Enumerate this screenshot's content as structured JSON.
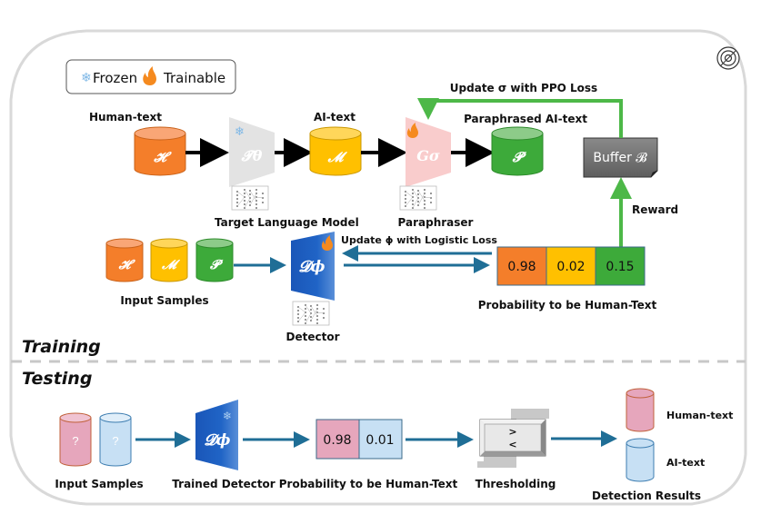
{
  "legend": {
    "frozen_label": "Frozen",
    "trainable_label": "Trainable",
    "frozen_icon": "snowflake-icon",
    "trainable_icon": "flame-icon"
  },
  "sections": {
    "training_label": "Training",
    "testing_label": "Testing"
  },
  "training": {
    "human_text_label": "Human-text",
    "ai_text_label": "AI-text",
    "paraphrased_label": "Paraphrased AI-text",
    "human_symbol": "𝓗",
    "ai_symbol": "𝓜",
    "para_symbol": "𝓟",
    "target_model_symbol": "𝓣θ",
    "target_model_label": "Target  Language Model",
    "paraphraser_symbol": "Gσ",
    "paraphraser_label": "Paraphraser",
    "buffer_label": "Buffer 𝓑",
    "ppo_label": "Update σ with PPO Loss",
    "reward_label": "Reward",
    "logistic_label": "Update ϕ with Logistic Loss",
    "detector_symbol": "𝓓ϕ",
    "detector_label": "Detector",
    "input_samples_label": "Input Samples",
    "probabilities": [
      "0.98",
      "0.02",
      "0.15"
    ],
    "probability_label": "Probability to be Human-Text"
  },
  "testing": {
    "unknown_symbol": "?",
    "input_samples_label": "Input Samples",
    "detector_symbol": "𝓓ϕ",
    "detector_label": "Trained Detector",
    "probabilities": [
      "0.98",
      "0.01"
    ],
    "probability_label": "Probability to be Human-Text",
    "threshold_gt": ">",
    "threshold_lt": "<",
    "threshold_label": "Thresholding",
    "result_human_label": "Human-text",
    "result_ai_label": "AI-text",
    "results_label": "Detection Results"
  },
  "colors": {
    "human": "#F47E2A",
    "ai": "#FFC000",
    "para": "#3DAA3A",
    "detector": "#1F5FBF",
    "arrow_blue": "#1F6E96",
    "arrow_green": "#4DB848",
    "test_human": "#E6A6BC",
    "test_ai": "#C7E0F4"
  }
}
